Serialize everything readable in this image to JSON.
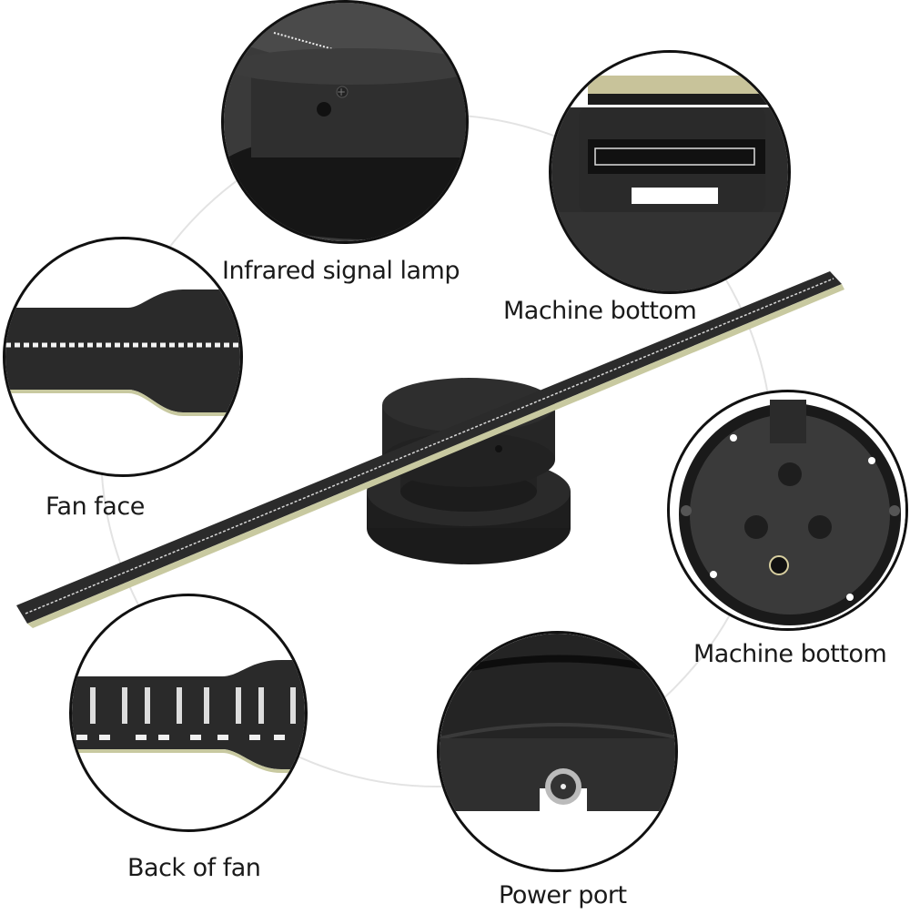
{
  "diagram": {
    "subject": "3D hologram fan",
    "callouts": [
      {
        "id": "infrared",
        "label": "Infrared signal lamp"
      },
      {
        "id": "machine-bottom-port",
        "label": "Machine bottom"
      },
      {
        "id": "fan-face",
        "label": "Fan face"
      },
      {
        "id": "machine-bottom-base",
        "label": "Machine bottom"
      },
      {
        "id": "back-of-fan",
        "label": "Back of fan"
      },
      {
        "id": "power-port",
        "label": "Power port"
      }
    ]
  },
  "colors": {
    "device_black": "#2a2a2a",
    "pcb_edge": "#c8c9a0",
    "led_white": "#f2f2f2",
    "ring": "#e3e3e3",
    "callout_border": "#111111"
  }
}
